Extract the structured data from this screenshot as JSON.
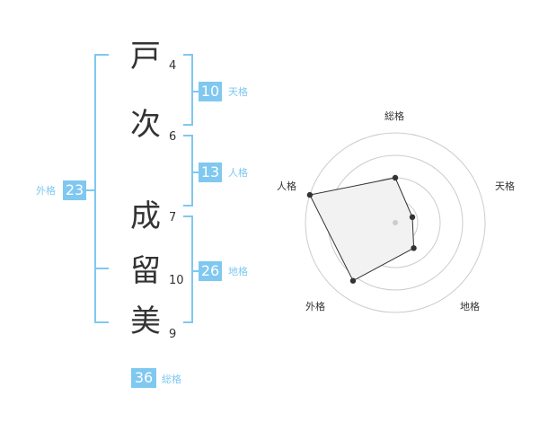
{
  "name": {
    "characters": [
      {
        "char": "戸",
        "strokes": "4"
      },
      {
        "char": "次",
        "strokes": "6"
      },
      {
        "char": "成",
        "strokes": "7"
      },
      {
        "char": "留",
        "strokes": "10"
      },
      {
        "char": "美",
        "strokes": "9"
      }
    ]
  },
  "fortune": {
    "tenkaku": {
      "value": "10",
      "label": "天格"
    },
    "jinkaku": {
      "value": "13",
      "label": "人格"
    },
    "chikaku": {
      "value": "26",
      "label": "地格"
    },
    "gaikaku": {
      "value": "23",
      "label": "外格"
    },
    "soukaku": {
      "value": "36",
      "label": "総格"
    }
  },
  "colors": {
    "accent": "#7fc8f0",
    "text": "#333333"
  },
  "chart_data": {
    "type": "radar",
    "axes": [
      "総格",
      "天格",
      "地格",
      "外格",
      "人格"
    ],
    "values": [
      0.5,
      0.2,
      0.35,
      0.8,
      1.0
    ],
    "rings": 4,
    "range": [
      0,
      1
    ]
  }
}
